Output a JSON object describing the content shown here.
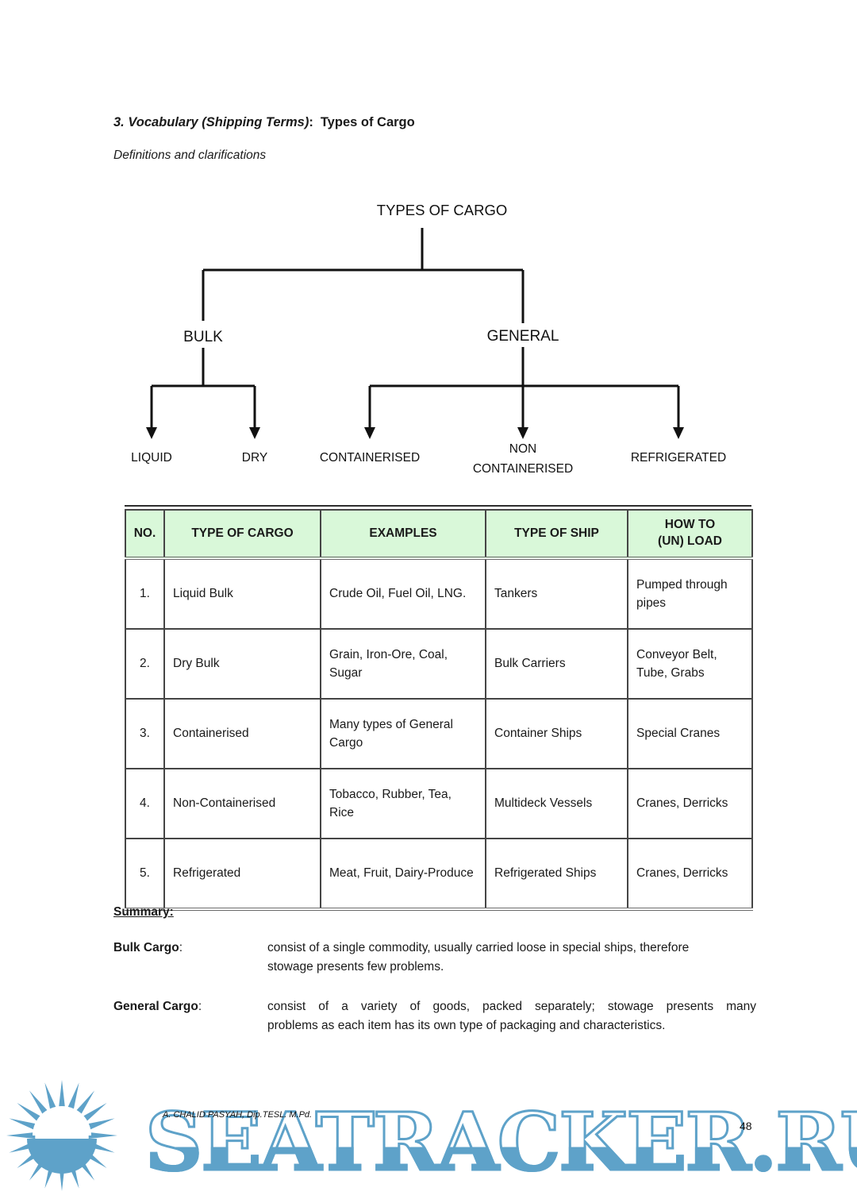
{
  "colors": {
    "table_header_bg": "#d9f8d9",
    "watermark_blue": "#5ea2c9"
  },
  "heading": {
    "numbered_italic": "3. Vocabulary (Shipping Terms)",
    "colon": ":",
    "title": "Types of Cargo",
    "subtitle": "Definitions and clarifications"
  },
  "diagram": {
    "root": "TYPES OF CARGO",
    "branch_left": "BULK",
    "branch_right": "GENERAL",
    "leaf_liquid": "LIQUID",
    "leaf_dry": "DRY",
    "leaf_containerised": "CONTAINERISED",
    "leaf_non_line1": "NON",
    "leaf_non_line2": "CONTAINERISED",
    "leaf_refrigerated": "REFRIGERATED"
  },
  "table": {
    "headers": {
      "no": "NO.",
      "type": "TYPE OF CARGO",
      "examples": "EXAMPLES",
      "ship": "TYPE OF SHIP",
      "load": "HOW TO\n(UN) LOAD"
    },
    "rows": [
      {
        "no": "1.",
        "type": "Liquid Bulk",
        "examples": "Crude Oil, Fuel Oil, LNG.",
        "ship": "Tankers",
        "load": "Pumped through pipes"
      },
      {
        "no": "2.",
        "type": "Dry Bulk",
        "examples": "Grain, Iron-Ore, Coal, Sugar",
        "ship": "Bulk Carriers",
        "load": "Conveyor Belt, Tube, Grabs"
      },
      {
        "no": "3.",
        "type": "Containerised",
        "examples": "Many types of General Cargo",
        "ship": "Container Ships",
        "load": "Special Cranes"
      },
      {
        "no": "4.",
        "type": "Non-Containerised",
        "examples": "Tobacco, Rubber, Tea, Rice",
        "ship": "Multideck Vessels",
        "load": "Cranes, Derricks"
      },
      {
        "no": "5.",
        "type": "Refrigerated",
        "examples": "Meat, Fruit, Dairy-Produce",
        "ship": "Refrigerated Ships",
        "load": "Cranes, Derricks"
      }
    ]
  },
  "summary": {
    "title": "Summary:",
    "bulk_term": "Bulk Cargo",
    "bulk_colon": ":",
    "bulk_def_line1": "consist of a single commodity, usually carried loose in special ships, therefore",
    "bulk_def_line2": "stowage presents few problems.",
    "general_term": "General Cargo",
    "general_colon": ":",
    "general_def_line1": "consist of a variety of goods, packed separately; stowage presents many",
    "general_def_line2": "problems as each item has its own type of packaging and characteristics."
  },
  "footer": {
    "author": "A. CHALID PASYAH, Dip.TESL. M.Pd.",
    "page_number": "48",
    "watermark": "SEATRACKER.RU"
  }
}
